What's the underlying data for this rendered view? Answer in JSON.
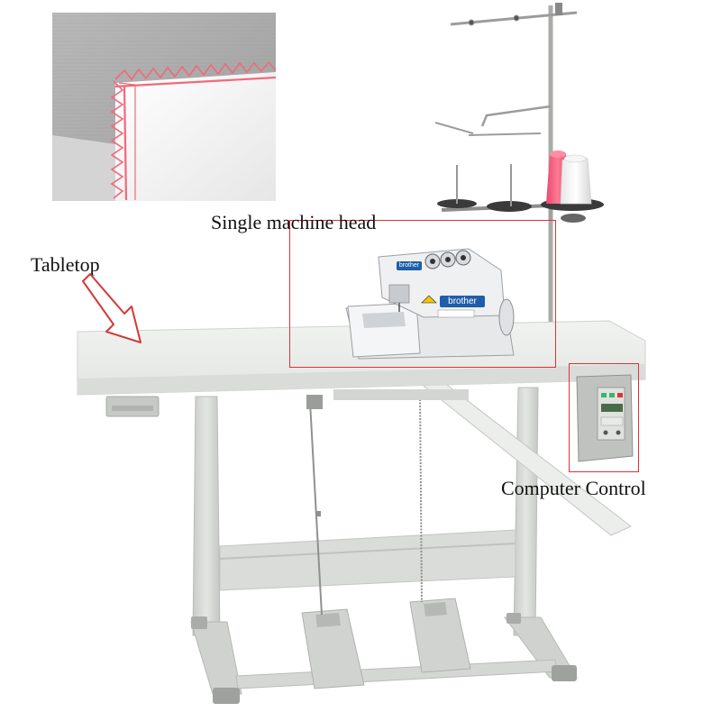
{
  "labels": {
    "tabletop": "Tabletop",
    "machine_head": "Single machine head",
    "computer_control": "Computer Control"
  },
  "machine_brand": "brother",
  "colors": {
    "highlight_box": "#e0303a",
    "thread_pink": "#f06a7a",
    "thread_white": "#f4f4f4",
    "table_top": "#ecefeb",
    "frame": "#d7dad6",
    "background": "#ffffff"
  }
}
